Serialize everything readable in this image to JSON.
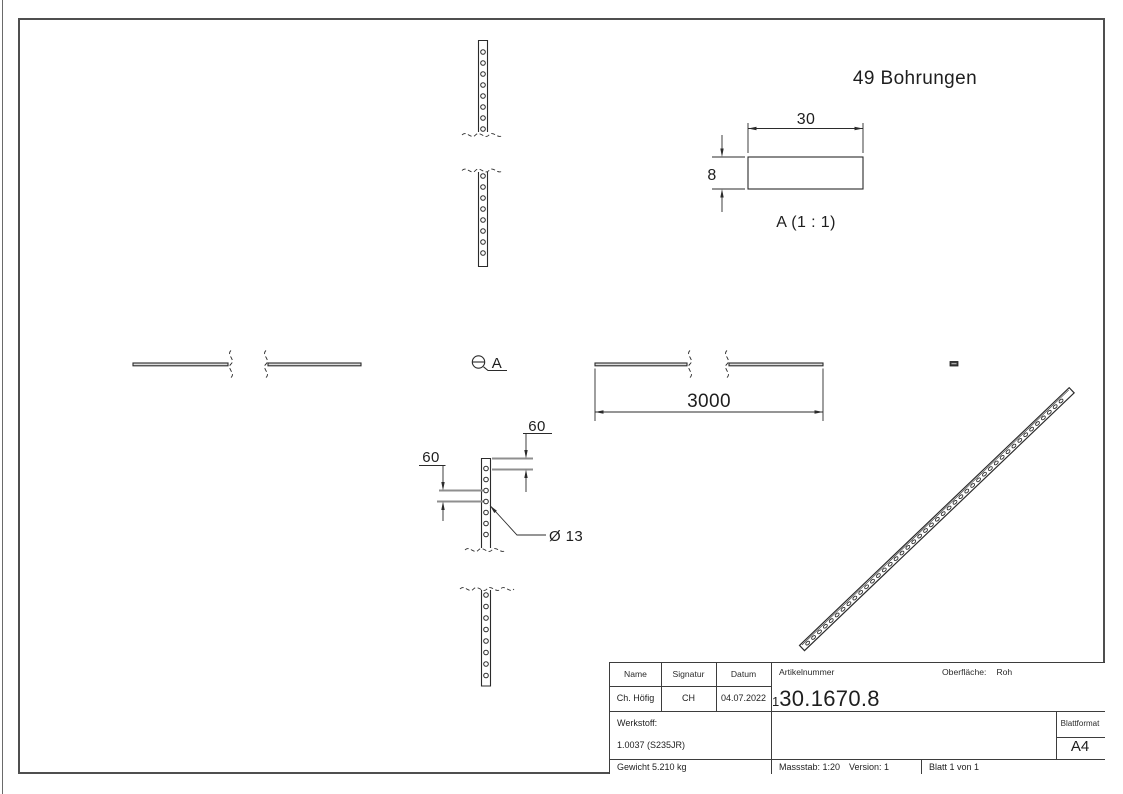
{
  "page": {
    "bg": "#ffffff",
    "frame_color": "#4f4f4f",
    "line_color": "#2b2b2b",
    "gray_line_color": "#8f8f8f"
  },
  "annotations": {
    "bohrungen_note": "49 Bohrungen",
    "detail_scale_label": "A (1 : 1)",
    "detail_callout_letter": "A",
    "dim_width": "30",
    "dim_thickness": "8",
    "dim_length": "3000",
    "dim_end_offset": "60",
    "dim_hole_spacing": "60",
    "dim_hole_diameter": "Ø 13"
  },
  "title_block": {
    "name_label": "Name",
    "signatur_label": "Signatur",
    "datum_label": "Datum",
    "name_value": "Ch. Höfig",
    "signatur_value": "CH",
    "datum_value": "04.07.2022",
    "artikelnummer_label": "Artikelnummer",
    "artikelnummer_small": "1",
    "artikelnummer_main": "30.1670.8",
    "oberflaeche_label": "Oberfläche:",
    "oberflaeche_value": "Roh",
    "werkstoff_label": "Werkstoff:",
    "werkstoff_value": "1.0037 (S235JR)",
    "blattformat_label": "Blattformat",
    "blattformat_value": "A4",
    "gewicht": "Gewicht 5.210 kg",
    "massstab": "Massstab: 1:20",
    "version": "Version: 1",
    "blatt": "Blatt 1 von 1"
  }
}
